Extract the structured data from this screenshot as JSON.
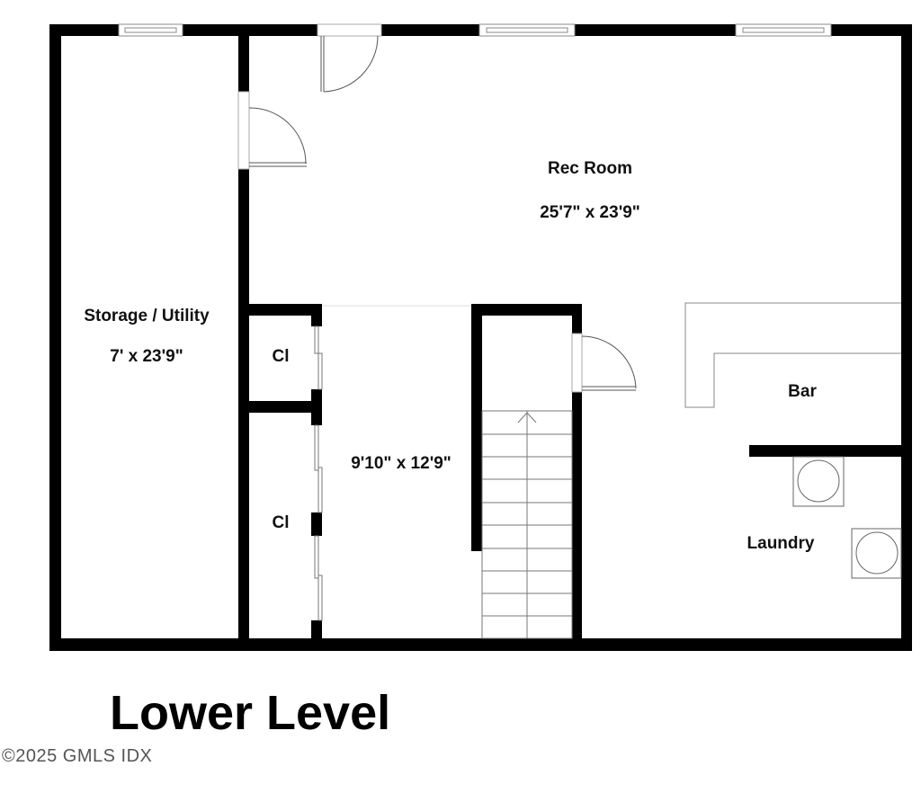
{
  "plan": {
    "title": "Lower Level",
    "copyright": "©2025 GMLS IDX",
    "colors": {
      "wall": "#000000",
      "fixture": "#777777",
      "background": "#ffffff"
    }
  },
  "rooms": {
    "rec_room": {
      "name": "Rec Room",
      "dims": "25'7\" x 23'9\""
    },
    "storage": {
      "name": "Storage / Utility",
      "dims": "7' x 23'9\""
    },
    "closet_upper": {
      "name": "Cl"
    },
    "closet_lower": {
      "name": "Cl"
    },
    "hall": {
      "dims": "9'10\" x 12'9\""
    },
    "bar": {
      "name": "Bar"
    },
    "laundry": {
      "name": "Laundry"
    }
  },
  "fixtures": {
    "stairs": {
      "direction": "up",
      "icon": "arrow-up-icon"
    },
    "appliances": [
      "washer-icon",
      "dryer-icon"
    ]
  }
}
